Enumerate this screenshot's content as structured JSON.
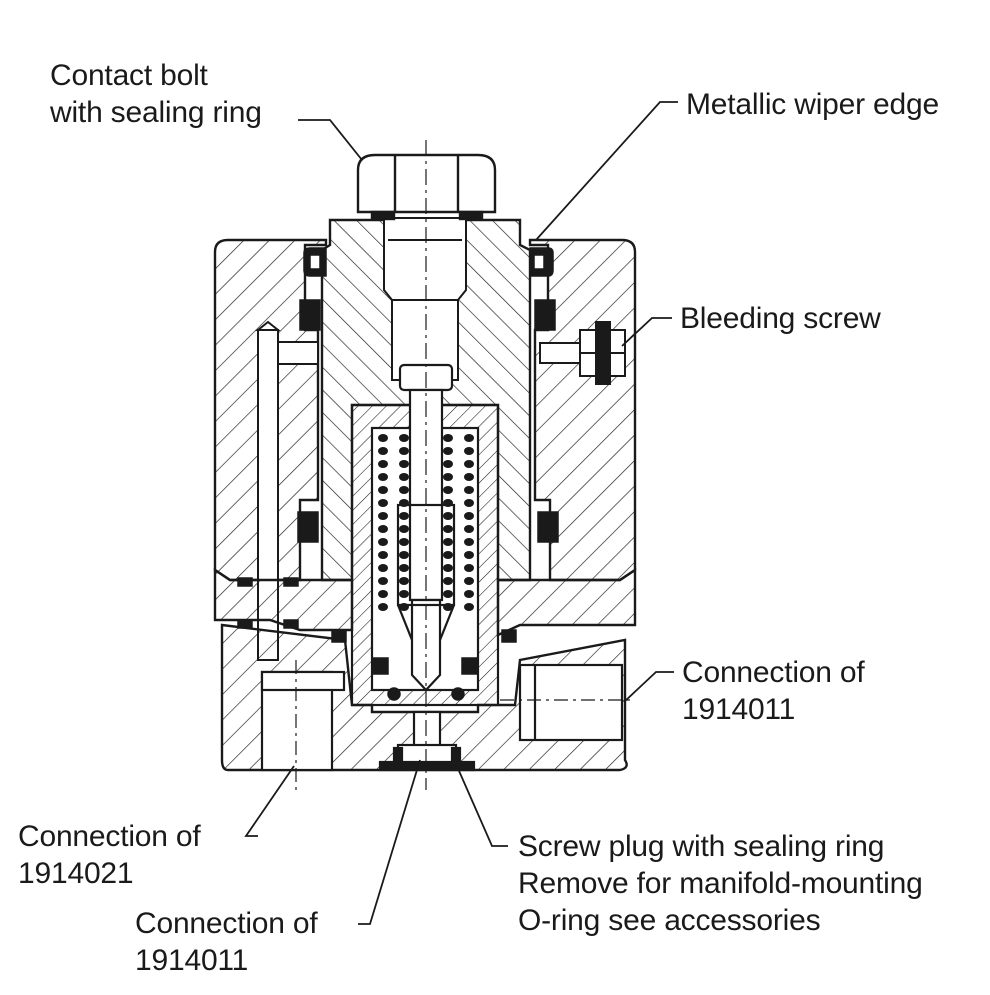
{
  "diagram": {
    "callouts": {
      "contact_bolt": {
        "line1": "Contact bolt",
        "line2": "with sealing ring"
      },
      "wiper_edge": {
        "line1": "Metallic wiper edge"
      },
      "bleeding_screw": {
        "line1": "Bleeding screw"
      },
      "connection_right": {
        "line1": "Connection of",
        "line2": "1914011"
      },
      "connection_left": {
        "line1": "Connection of",
        "line2": "1914021"
      },
      "connection_bottom": {
        "line1": "Connection of",
        "line2": "1914011"
      },
      "screw_plug": {
        "line1": "Screw plug with sealing ring",
        "line2": "Remove for manifold-mounting",
        "line3": "O-ring see accessories"
      }
    },
    "colors": {
      "line": "#1a1a1a",
      "seal": "#1a1a1a",
      "background": "#ffffff"
    }
  }
}
